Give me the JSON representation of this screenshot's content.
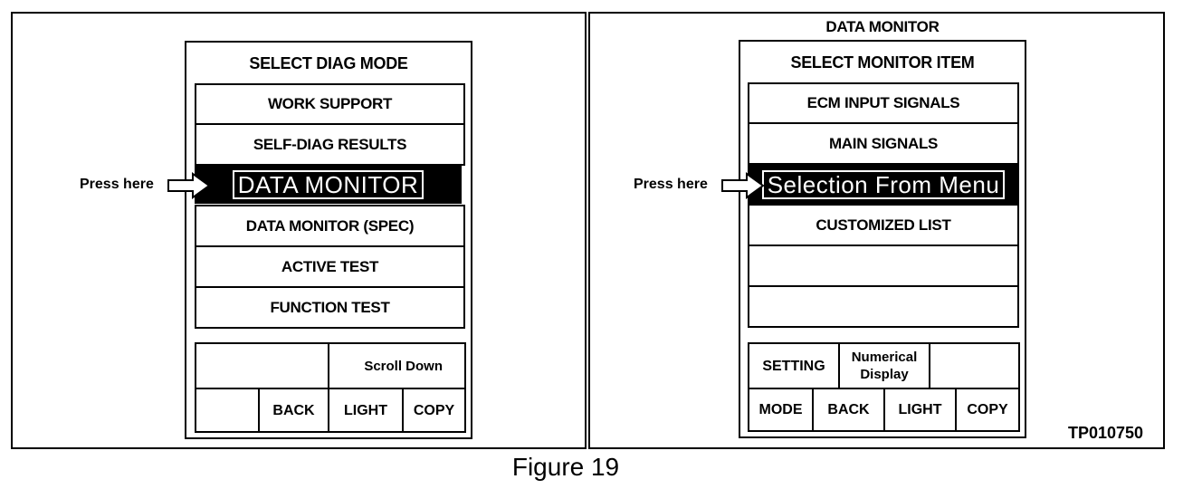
{
  "left": {
    "header": "SELECT DIAG MODE",
    "pointer_label": "Press here",
    "menu": [
      {
        "label": "WORK SUPPORT",
        "selected": false
      },
      {
        "label": "SELF-DIAG RESULTS",
        "selected": false
      },
      {
        "label": "DATA MONITOR",
        "selected": true
      },
      {
        "label": "DATA MONITOR (SPEC)",
        "selected": false
      },
      {
        "label": "ACTIVE TEST",
        "selected": false
      },
      {
        "label": "FUNCTION TEST",
        "selected": false
      }
    ],
    "footer": {
      "scroll_down": "Scroll Down",
      "back": "BACK",
      "light": "LIGHT",
      "copy": "COPY"
    }
  },
  "right": {
    "title": "DATA MONITOR",
    "header": "SELECT MONITOR ITEM",
    "pointer_label": "Press here",
    "menu": [
      {
        "label": "ECM INPUT SIGNALS",
        "selected": false
      },
      {
        "label": "MAIN SIGNALS",
        "selected": false
      },
      {
        "label": "Selection From Menu",
        "selected": true
      },
      {
        "label": "CUSTOMIZED LIST",
        "selected": false
      },
      {
        "label": "",
        "selected": false
      },
      {
        "label": "",
        "selected": false
      }
    ],
    "footer": {
      "setting": "SETTING",
      "numerical_display": "Numerical Display",
      "mode": "MODE",
      "back": "BACK",
      "light": "LIGHT",
      "copy": "COPY"
    }
  },
  "figure_code": "TP010750",
  "caption": "Figure 19"
}
